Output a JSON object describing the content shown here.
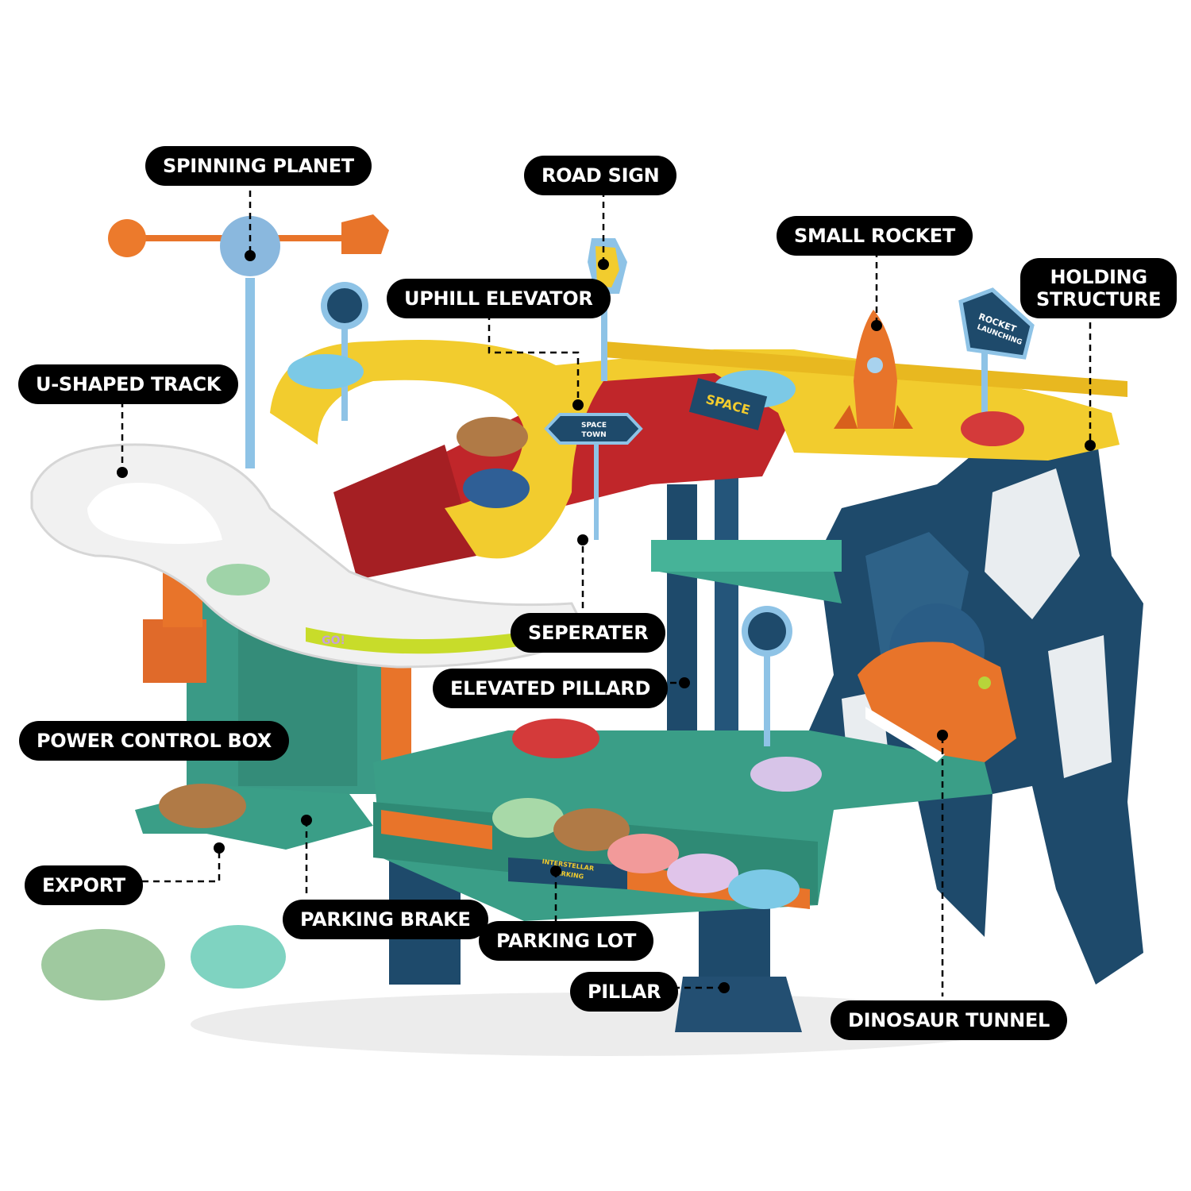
{
  "callouts": [
    {
      "id": "spinning-planet",
      "label": "SPINNING PLANET"
    },
    {
      "id": "road-sign",
      "label": "ROAD SIGN"
    },
    {
      "id": "small-rocket",
      "label": "SMALL ROCKET"
    },
    {
      "id": "holding-structure",
      "label": "HOLDING STRUCTURE",
      "line1": "HOLDING",
      "line2": "STRUCTURE"
    },
    {
      "id": "uphill-elevator",
      "label": "UPHILL ELEVATOR"
    },
    {
      "id": "u-shaped-track",
      "label": "U-SHAPED TRACK"
    },
    {
      "id": "seperater",
      "label": "SEPERATER"
    },
    {
      "id": "elevated-pillard",
      "label": "ELEVATED PILLARD"
    },
    {
      "id": "power-control-box",
      "label": "POWER CONTROL BOX"
    },
    {
      "id": "export",
      "label": "EXPORT"
    },
    {
      "id": "parking-brake",
      "label": "PARKING BRAKE"
    },
    {
      "id": "parking-lot",
      "label": "PARKING LOT"
    },
    {
      "id": "pillar",
      "label": "PILLAR"
    },
    {
      "id": "dinosaur-tunnel",
      "label": "DINOSAUR TUNNEL"
    }
  ],
  "signs": {
    "space": "SPACE",
    "space_town_1": "SPACE",
    "space_town_2": "TOWN",
    "rocket_launching_1": "ROCKET",
    "rocket_launching_2": "LAUNCHING",
    "go": "GO!",
    "parking_banner_1": "INTERSTELLAR",
    "parking_banner_2": "PARKING"
  },
  "colors": {
    "label_bg": "#000000",
    "label_text": "#ffffff",
    "track_yellow": "#f2cc2e",
    "track_white": "#eeeeee",
    "track_green": "#3aa08a",
    "elevator_red": "#c0262a",
    "structure_navy": "#1e4a6b",
    "accent_orange": "#e8742a",
    "sign_blue": "#8ec3e6"
  }
}
